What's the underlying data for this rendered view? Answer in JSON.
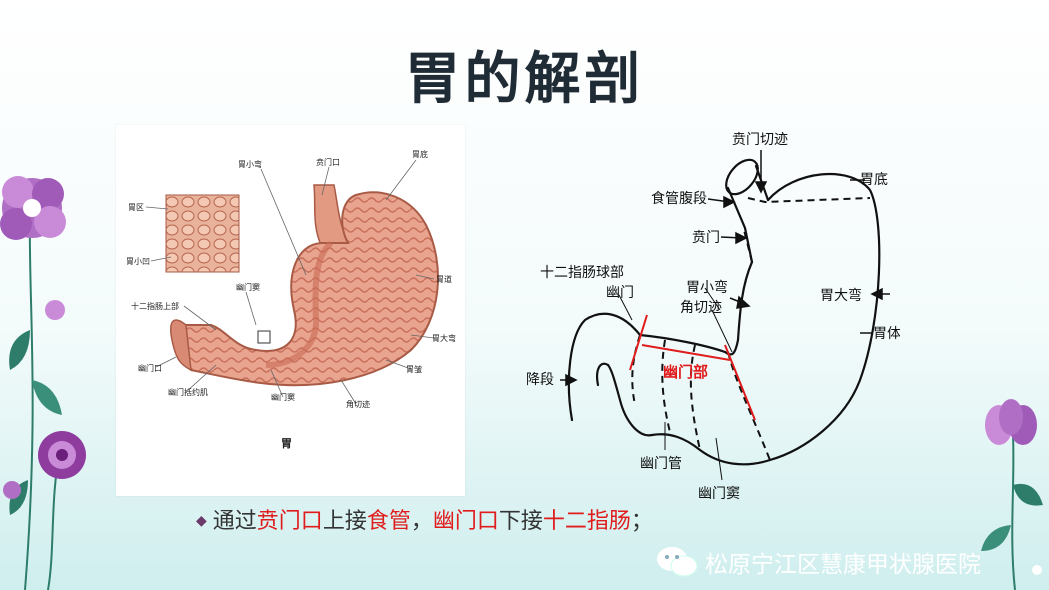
{
  "slide": {
    "title": "胃的解剖"
  },
  "left_figure": {
    "caption": "胃",
    "labels": {
      "wei_xiao_wan": "胃小弯",
      "ben_men_kou": "贲门口",
      "wei_di": "胃底",
      "wei_qu": "胃区",
      "wei_xiao_ao": "胃小凹",
      "you_men_dou": "幽门窦",
      "wei_dao": "胃道",
      "shier_zhichang_shangbu": "十二指肠上部",
      "wei_da_wan": "胃大弯",
      "you_men_kou": "幽门口",
      "wei_zhou": "胃皱",
      "you_men_kuoyue_ji": "幽门括约肌",
      "you_men_dou_2": "幽门窦",
      "jiao_qie_ji": "角切迹"
    }
  },
  "right_diagram": {
    "labels": {
      "ben_men_qieji": "贲门切迹",
      "shiguan_fu_duan": "食管腹段",
      "wei_di": "胃底",
      "ben_men": "贲门",
      "shier_zhichang_qiubu": "十二指肠球部",
      "wei_xiao_wan": "胃小弯",
      "you_men": "幽门",
      "jiao_qie_ji": "角切迹",
      "wei_da_wan": "胃大弯",
      "wei_ti": "胃体",
      "you_men_bu": "幽门部",
      "jiang_duan": "降段",
      "you_men_guan": "幽门管",
      "you_men_dou": "幽门窦"
    }
  },
  "caption": {
    "part1": "通过",
    "part2": "贲门口",
    "part3": "上接",
    "part4": "食管",
    "part5": "，",
    "part6": "幽门口",
    "part7": "下接",
    "part8": "十二指肠",
    "part9": "；"
  },
  "watermark": {
    "text": "松原宁江区慧康甲状腺医院"
  },
  "colors": {
    "accent_red": "#e01c1c",
    "title": "#1f2b35",
    "flower_purple": "#9b59b6",
    "leaf_green": "#2e7d6b"
  }
}
